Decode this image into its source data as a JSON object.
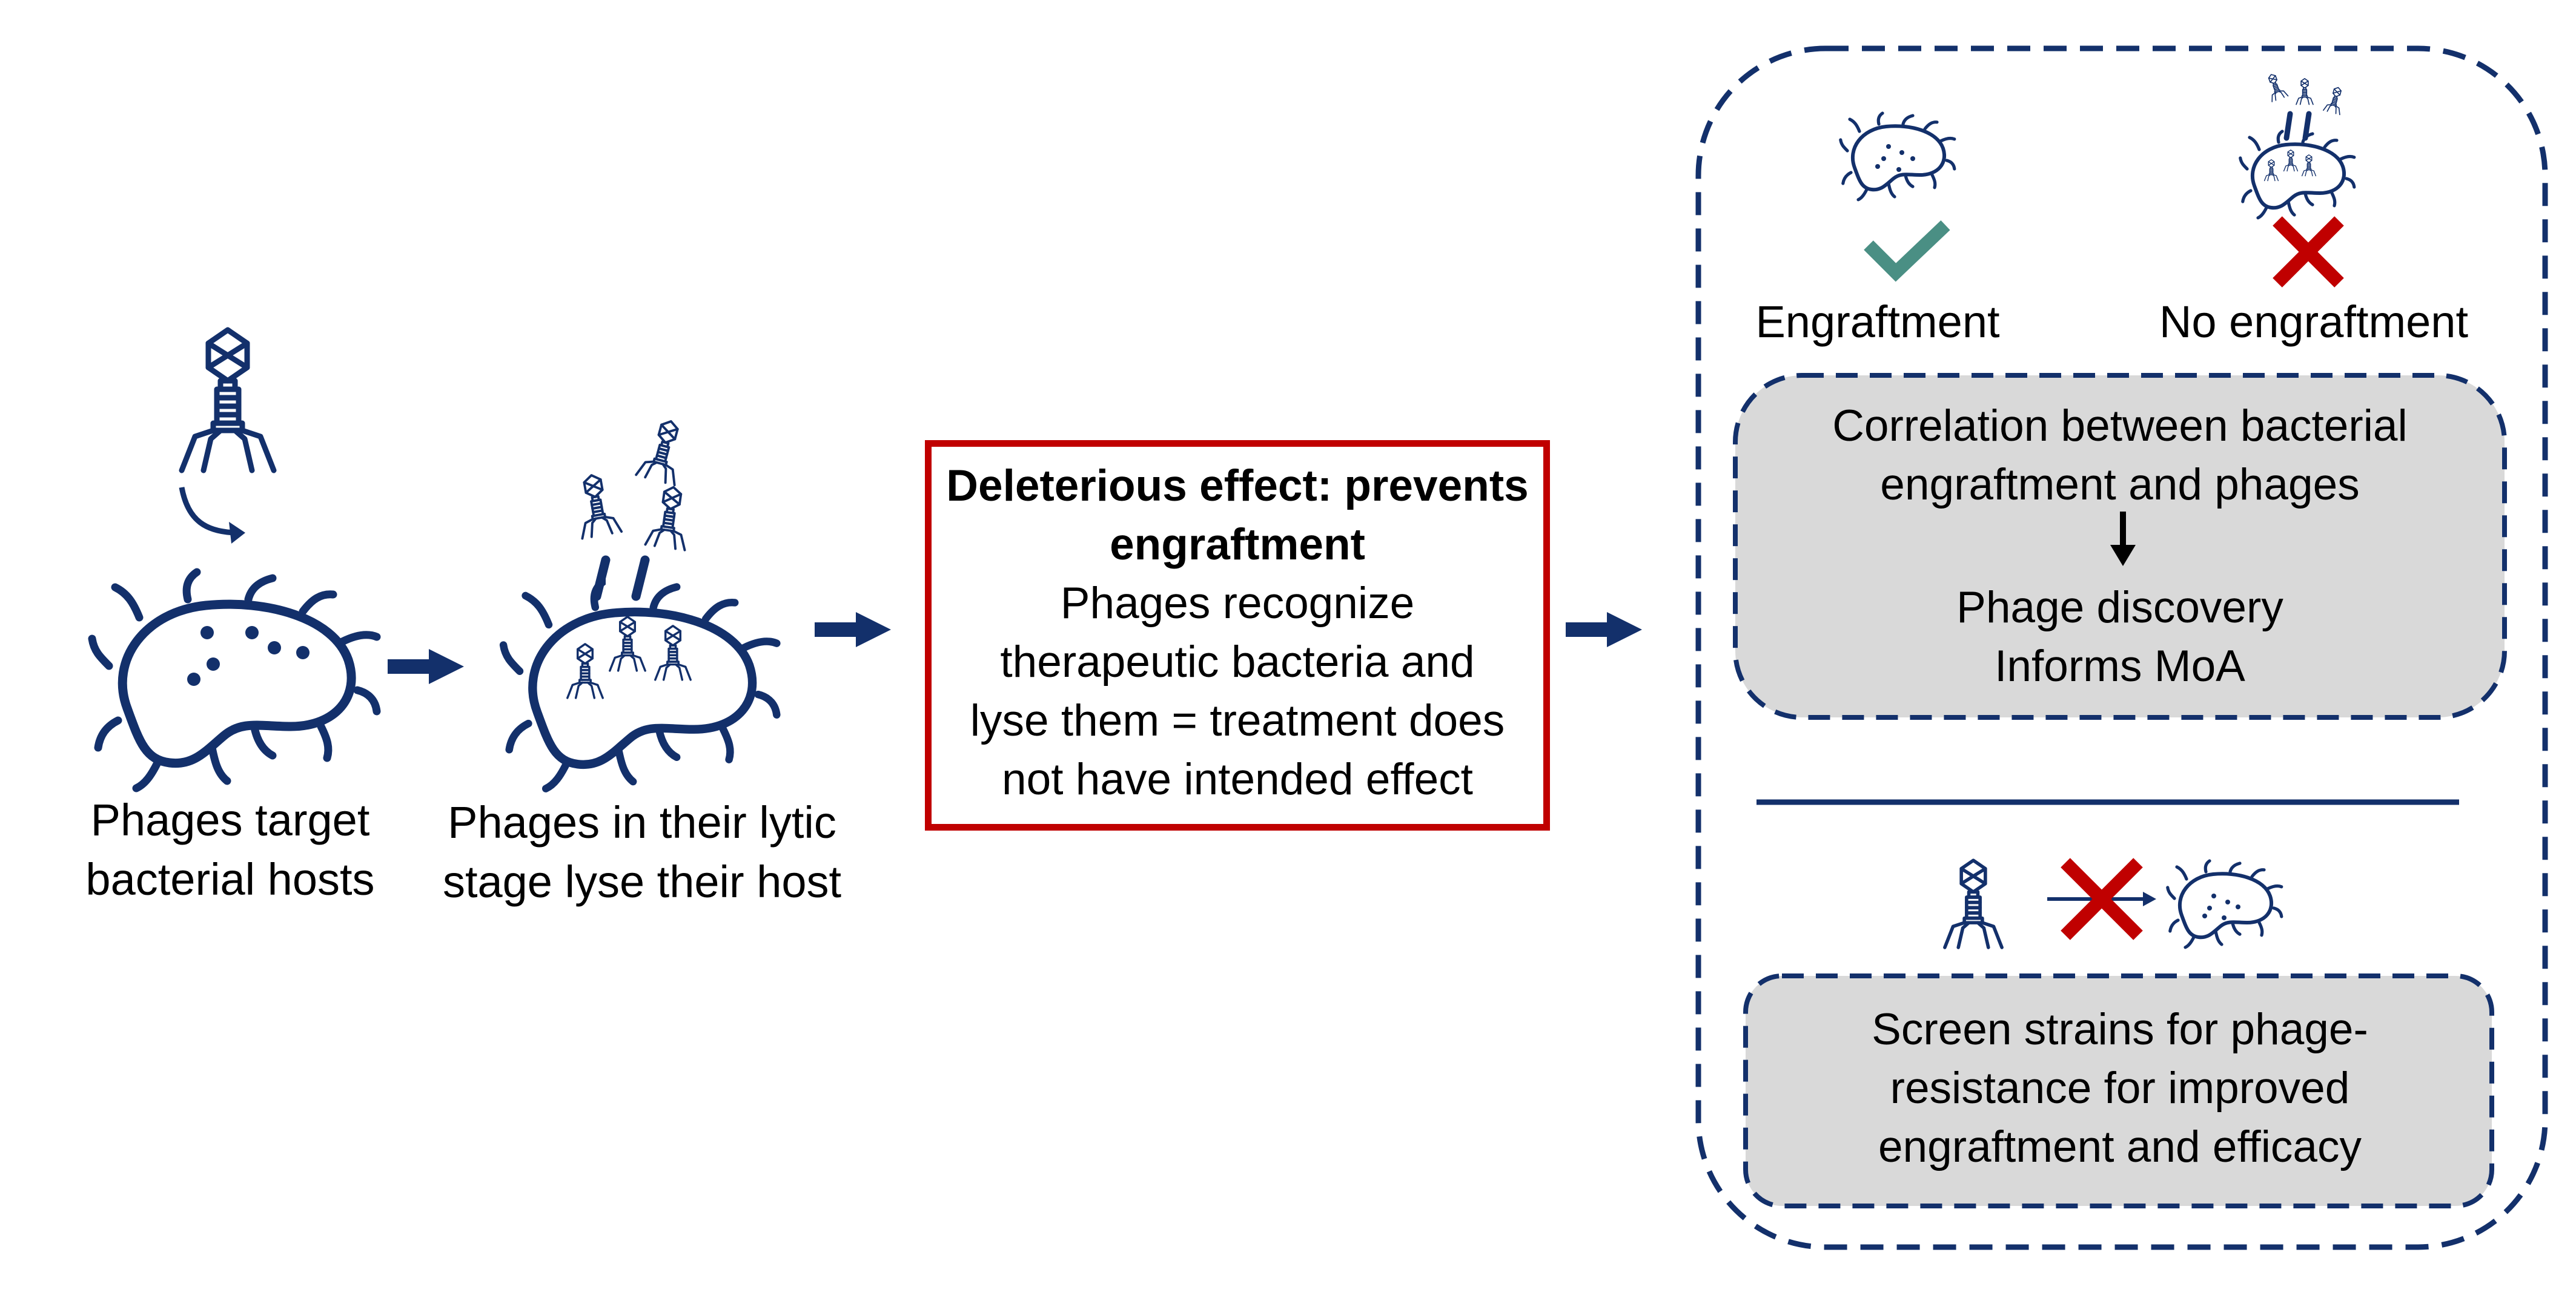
{
  "steps": {
    "target": "Phages target bacterial hosts",
    "target_line1": "Phages target",
    "target_line2": "bacterial hosts",
    "lyse_line1": "Phages in their lytic",
    "lyse_line2": "stage lyse their host"
  },
  "effect_box": {
    "title_line1": "Deleterious effect: prevents",
    "title_line2": "engraftment",
    "body_line1": "Phages recognize",
    "body_line2": "therapeutic bacteria and",
    "body_line3": "lyse them = treatment does",
    "body_line4": "not have intended effect"
  },
  "outcomes": {
    "engraftment_label": "Engraftment",
    "no_engraftment_label": "No engraftment"
  },
  "correlation_box": {
    "line1": "Correlation between bacterial",
    "line2": "engraftment and phages",
    "line3": "Phage discovery",
    "line4": "Informs MoA"
  },
  "screen_box": {
    "line1": "Screen strains for phage-",
    "line2": "resistance for improved",
    "line3": "engraftment and efficacy"
  },
  "colors": {
    "navy": "#13306b",
    "red": "#c00000",
    "check_green": "#4a8f84",
    "cross_red": "#c00000",
    "grey_fill": "#d9d9d9"
  },
  "icons": [
    "phage-icon",
    "bacterium-icon",
    "lysed-bacterium-icon",
    "arrow-right-icon",
    "check-icon",
    "cross-icon",
    "arrow-down-icon"
  ]
}
